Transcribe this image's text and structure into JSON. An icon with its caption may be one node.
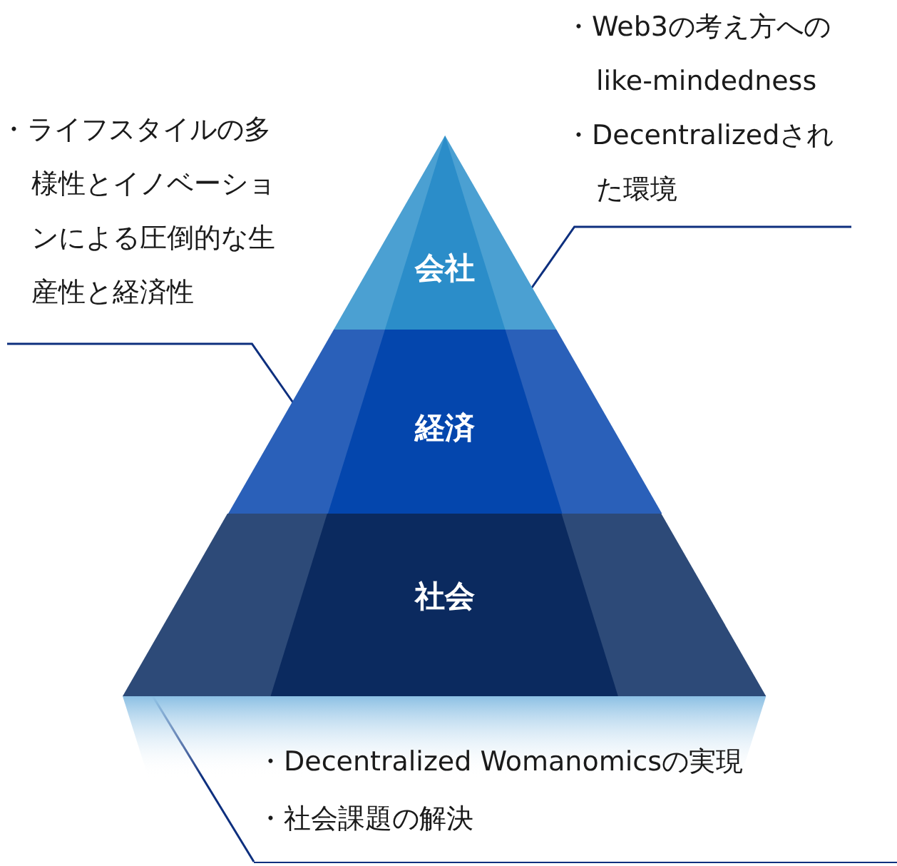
{
  "diagram": {
    "nodes": [
      {
        "text": [
          "会社"
        ]
      },
      {
        "text": [
          "経済"
        ]
      },
      {
        "text": [
          "社会"
        ]
      },
      {
        "text": [
          "・ライフスタイルの多様性とイノベーションによる圧倒的な生産性と経済性"
        ]
      },
      {
        "text": [
          "・Web3の考え方へのlike-mindedness",
          "・Decentralizedされた環境"
        ]
      },
      {
        "text": [
          "・Decentralized Womanomicsの実現",
          "・社会課題の解決"
        ]
      }
    ],
    "edges": [
      {
        "from": 3,
        "to": 1,
        "arrow": "none"
      },
      {
        "from": 4,
        "to": 0,
        "arrow": "none"
      },
      {
        "from": 5,
        "to": 2,
        "arrow": "none"
      }
    ]
  }
}
